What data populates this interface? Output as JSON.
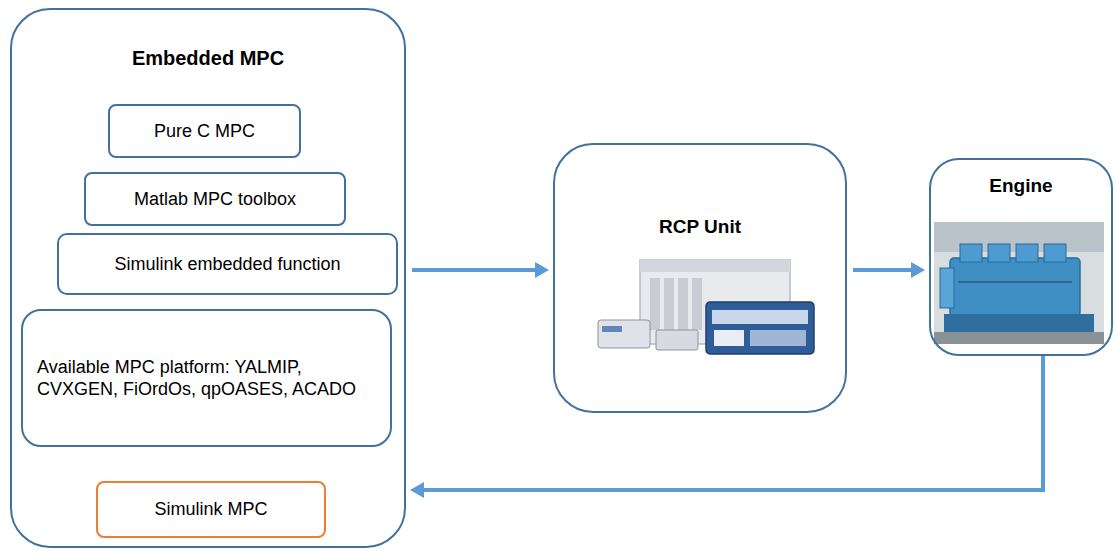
{
  "diagram": {
    "nodes": [
      {
        "text": [
          "Embedded MPC"
        ]
      },
      {
        "text": [
          "Pure C MPC"
        ],
        "in": 0
      },
      {
        "text": [
          "Matlab MPC toolbox"
        ],
        "in": 0
      },
      {
        "text": [
          "Simulink embedded function"
        ],
        "in": 0
      },
      {
        "text": [
          "Available MPC platform: YALMIP, CVXGEN, FiOrdOs, qpOASES, ACADO"
        ],
        "in": 0
      },
      {
        "text": [
          "Simulink MPC"
        ],
        "in": 0
      },
      {
        "text": [
          "RCP Unit"
        ]
      },
      {
        "text": [
          "Engine"
        ]
      }
    ],
    "edges": [
      {
        "from": 0,
        "to": 6,
        "arrow": "to"
      },
      {
        "from": 6,
        "to": 7,
        "arrow": "to"
      },
      {
        "from": 7,
        "to": 0,
        "arrow": "to"
      }
    ]
  }
}
